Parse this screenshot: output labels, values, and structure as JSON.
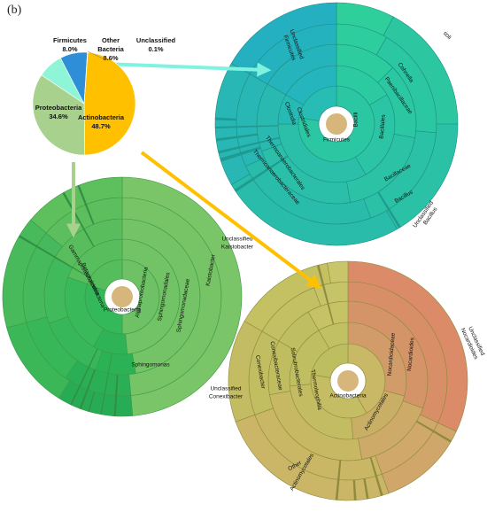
{
  "panel_label": "(b)",
  "chart_data": [
    {
      "type": "pie",
      "slices": [
        {
          "label": "Actinobacteria",
          "value": 48.7,
          "pct_text": "48.7%",
          "color": "#ffc000"
        },
        {
          "label": "Proteobacteria",
          "value": 34.6,
          "pct_text": "34.6%",
          "color": "#a9d18e"
        },
        {
          "label": "Firmicutes",
          "value": 8.0,
          "pct_text": "8.0%",
          "color": "#8ef5d6"
        },
        {
          "label": "Other Bacteria",
          "value": 8.6,
          "pct_text": "8.6%",
          "color": "#2e8fd8"
        },
        {
          "label": "Unclassified",
          "value": 0.1,
          "pct_text": "0.1%",
          "color": "#f2f2f2"
        }
      ]
    },
    {
      "type": "sunburst",
      "center": "Firmicutes",
      "base_color": "#26c2a8",
      "labels": [
        "Unclassified Firmicutes",
        "Bacilli",
        "Bacillales",
        "Bacillaceae",
        "Bacillus",
        "Paenibacillaceae",
        "Cohnella",
        "soli",
        "Unclassified Bacillus",
        "Clostridia",
        "Clostridiales",
        "Thermoanaerobacterales",
        "Thermoanaerobacteraceae"
      ]
    },
    {
      "type": "sunburst",
      "center": "Proteobacteria",
      "base_color": "#5cbf5e",
      "labels": [
        "Gammaproteobacteria",
        "Betaproteobacteria",
        "Alphaproteobacteria",
        "Sphingomonadales",
        "Sphingomonadaceae",
        "Sphingomonas",
        "Kaistobacter",
        "Unclassified Kaistobacter"
      ]
    },
    {
      "type": "sunburst",
      "center": "Actinobacteria",
      "base_color": "#c7c062",
      "labels": [
        "Actinobacteria",
        "Actinomycetales",
        "Nocardioidaceae",
        "Nocardioides",
        "Unclassified Nocardioides",
        "Thermoleophilia",
        "Solirubrobacterales",
        "Conexibacteraceae",
        "Conexibacter",
        "Unclassified Conexibacter",
        "Other Actinomycetales"
      ]
    }
  ]
}
